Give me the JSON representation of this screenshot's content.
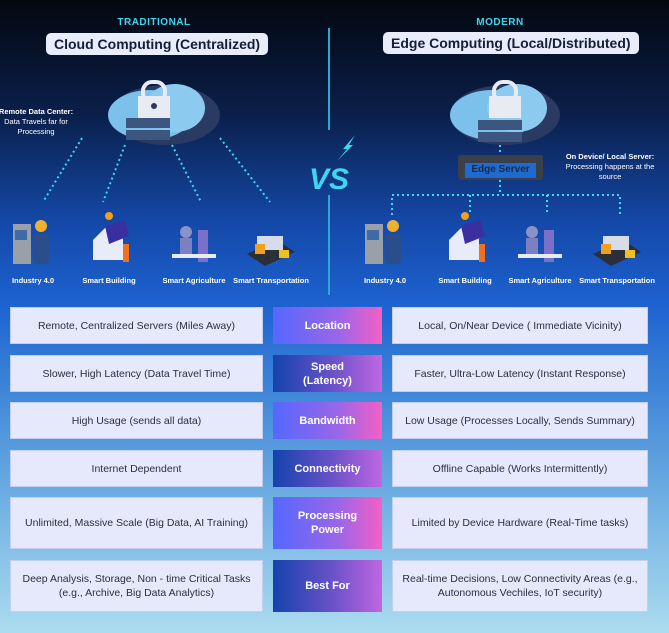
{
  "left": {
    "tag": "TRADITIONAL",
    "title": "Cloud Computing (Centralized)",
    "note_title": "Remote Data Center:",
    "note_body": "Data Travels far for Processing",
    "devices": [
      "Industry 4.0",
      "Smart Building",
      "Smart Agriculture",
      "Smart Transportation"
    ]
  },
  "right": {
    "tag": "MODERN",
    "title": "Edge Computing (Local/Distributed)",
    "server_label": "Edge Server",
    "note_title": "On Device/ Local Server:",
    "note_body": "Processing happens at the source",
    "devices": [
      "Industry 4.0",
      "Smart Building",
      "Smart Agriculture",
      "Smart Transportation"
    ]
  },
  "vs": "VS",
  "colors": {
    "accent": "#3fd6ee",
    "title_bg": "#e8ecfb",
    "row_gradient_a": [
      "#5468ff",
      "#f45fc6"
    ],
    "row_gradient_b": [
      "#1443ad",
      "#c066e2"
    ]
  },
  "rows": [
    {
      "cloud": "Remote, Centralized Servers (Miles Away)",
      "label": "Location",
      "edge": "Local, On/Near Device ( Immediate Vicinity)"
    },
    {
      "cloud": "Slower, High Latency (Data Travel Time)",
      "label": "Speed (Latency)",
      "edge": "Faster, Ultra-Low Latency (Instant Response)"
    },
    {
      "cloud": "High Usage (sends all data)",
      "label": "Bandwidth",
      "edge": "Low Usage (Processes Locally, Sends Summary)"
    },
    {
      "cloud": "Internet Dependent",
      "label": "Connectivity",
      "edge": "Offline Capable (Works Intermittently)"
    },
    {
      "cloud": "Unlimited, Massive Scale (Big Data, AI Training)",
      "label": "Processing Power",
      "edge": "Limited by Device Hardware (Real-Time tasks)"
    },
    {
      "cloud": "Deep Analysis, Storage, Non - time Critical Tasks (e.g., Archive, Big Data Analytics)",
      "label": "Best For",
      "edge": "Real-time Decisions, Low Connectivity Areas (e.g., Autonomous Vechiles, IoT security)"
    }
  ]
}
